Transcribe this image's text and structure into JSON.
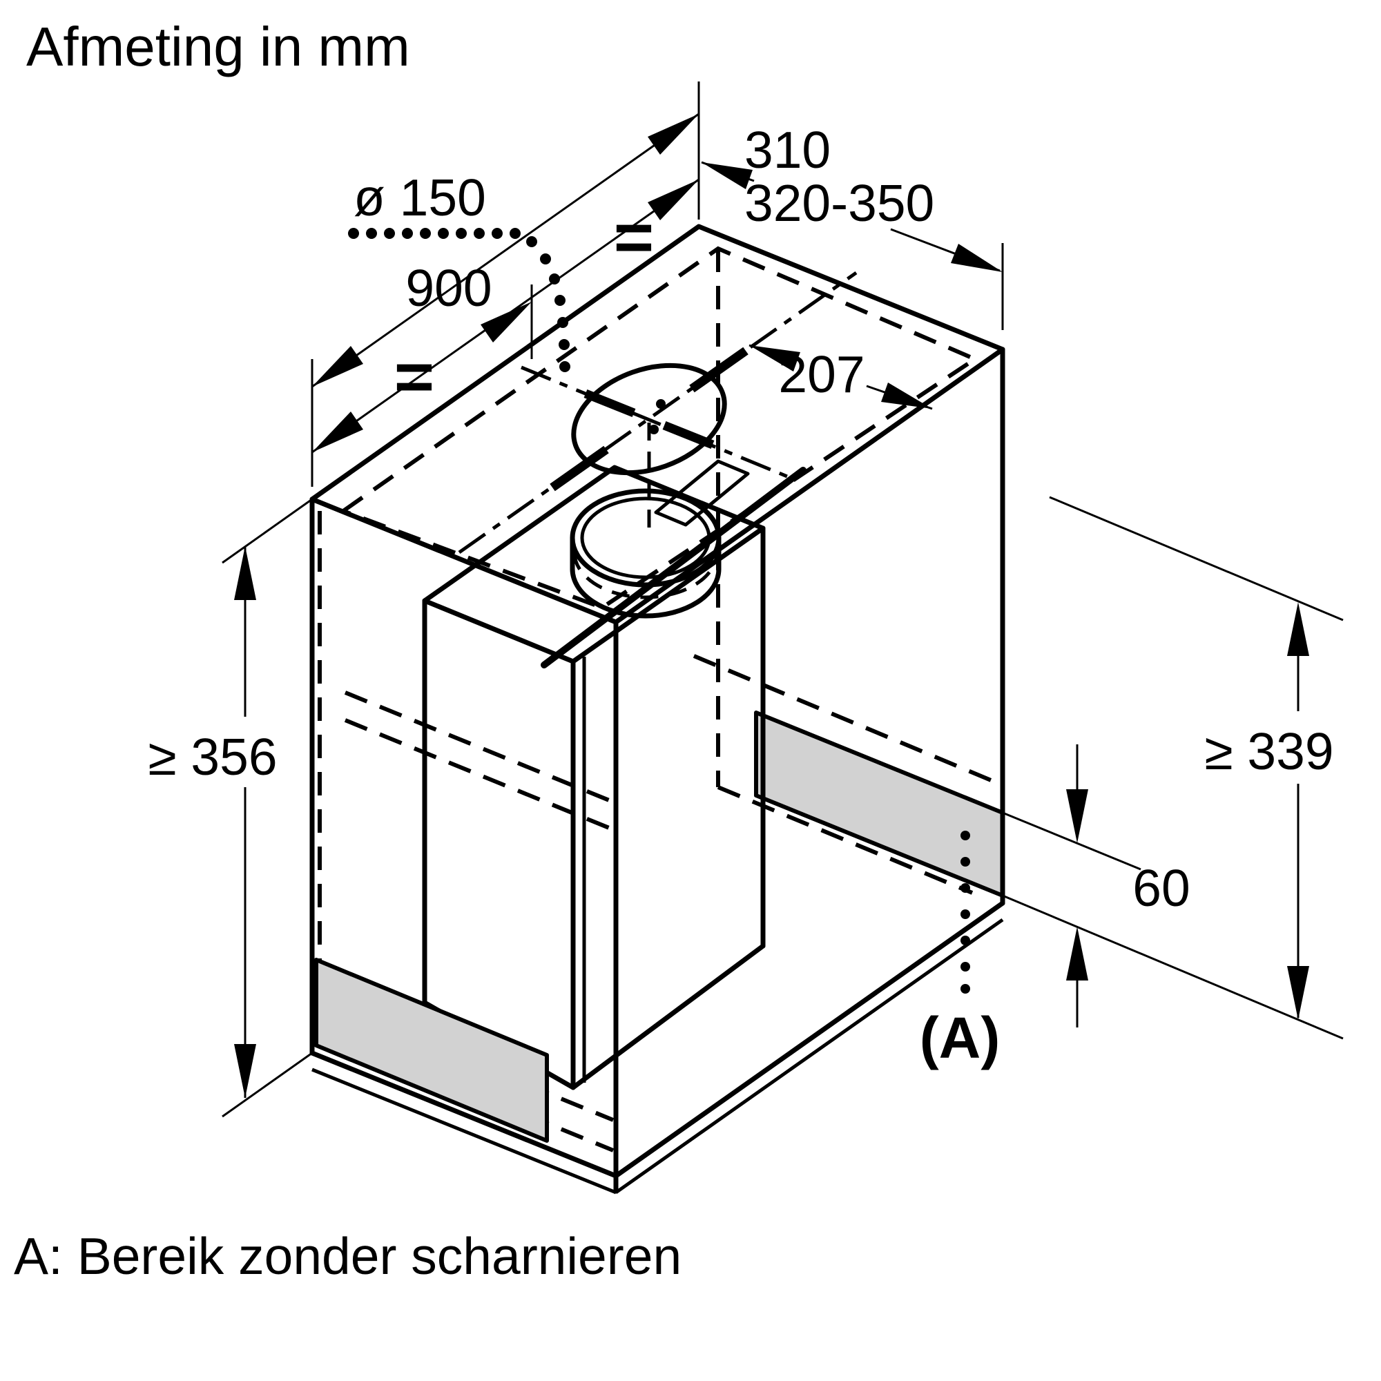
{
  "title": "Afmeting in mm",
  "caption": "A: Bereik zonder scharnieren",
  "legend": {
    "A": "Bereik zonder scharnieren"
  },
  "dimensions": {
    "duct_diameter": "ø 150",
    "cabinet_width": "900",
    "hood_depth": "310",
    "cabinet_depth_range": "320-350",
    "hole_to_front_edge": "207",
    "min_inner_height_left": "≥ 356",
    "min_inner_height_right": "≥ 339",
    "hinge_free_band_height": "60",
    "zone_label": "(A)",
    "equal_mark_left": "=",
    "equal_mark_right": "="
  },
  "units": "mm",
  "colors": {
    "line": "#000000",
    "shaded_area": "#d2d2d2",
    "background": "#ffffff"
  }
}
